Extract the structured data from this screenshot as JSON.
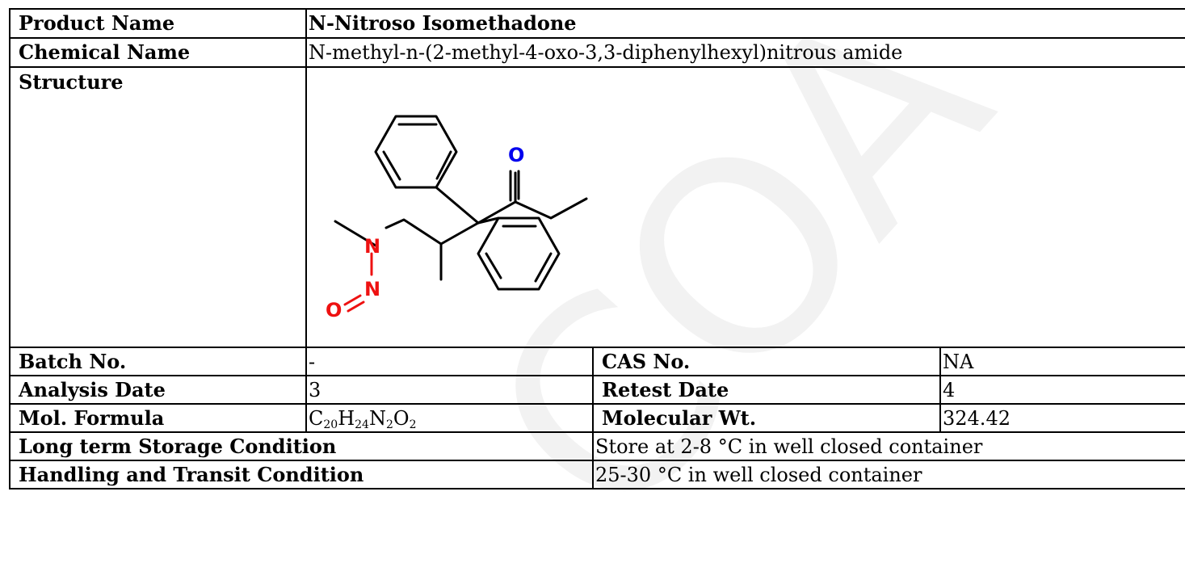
{
  "watermark": {
    "text": "COA"
  },
  "product_name": {
    "label": "Product Name",
    "value": "N-Nitroso Isomethadone"
  },
  "chemical_name": {
    "label": "Chemical Name",
    "value": "N-methyl-n-(2-methyl-4-oxo-3,3-diphenylhexyl)nitrous amide"
  },
  "structure": {
    "label": "Structure",
    "atoms": {
      "oxygen_ketone": "O",
      "n_amine": "N",
      "n_nitroso": "N",
      "oxygen_nitroso": "O"
    },
    "colors": {
      "bond": "#000000",
      "oxygen_ketone": "#0000ee",
      "nitroso": "#ee1111"
    }
  },
  "batch_no": {
    "label": "Batch No.",
    "value": "-"
  },
  "cas_no": {
    "label": "CAS No.",
    "value": "NA"
  },
  "analysis_date": {
    "label": "Analysis Date",
    "value": "3"
  },
  "retest_date": {
    "label": "Retest Date",
    "value": "4"
  },
  "mol_formula": {
    "label": "Mol. Formula",
    "parts": [
      {
        "el": "C",
        "n": "20"
      },
      {
        "el": "H",
        "n": "24"
      },
      {
        "el": "N",
        "n": "2"
      },
      {
        "el": "O",
        "n": "2"
      }
    ]
  },
  "molecular_wt": {
    "label": "Molecular Wt.",
    "value": "324.42"
  },
  "storage": {
    "label": "Long term Storage Condition",
    "value": "Store at 2-8 °C in well closed container"
  },
  "transit": {
    "label": "Handling and Transit Condition",
    "value": "25-30 °C in well closed container"
  }
}
